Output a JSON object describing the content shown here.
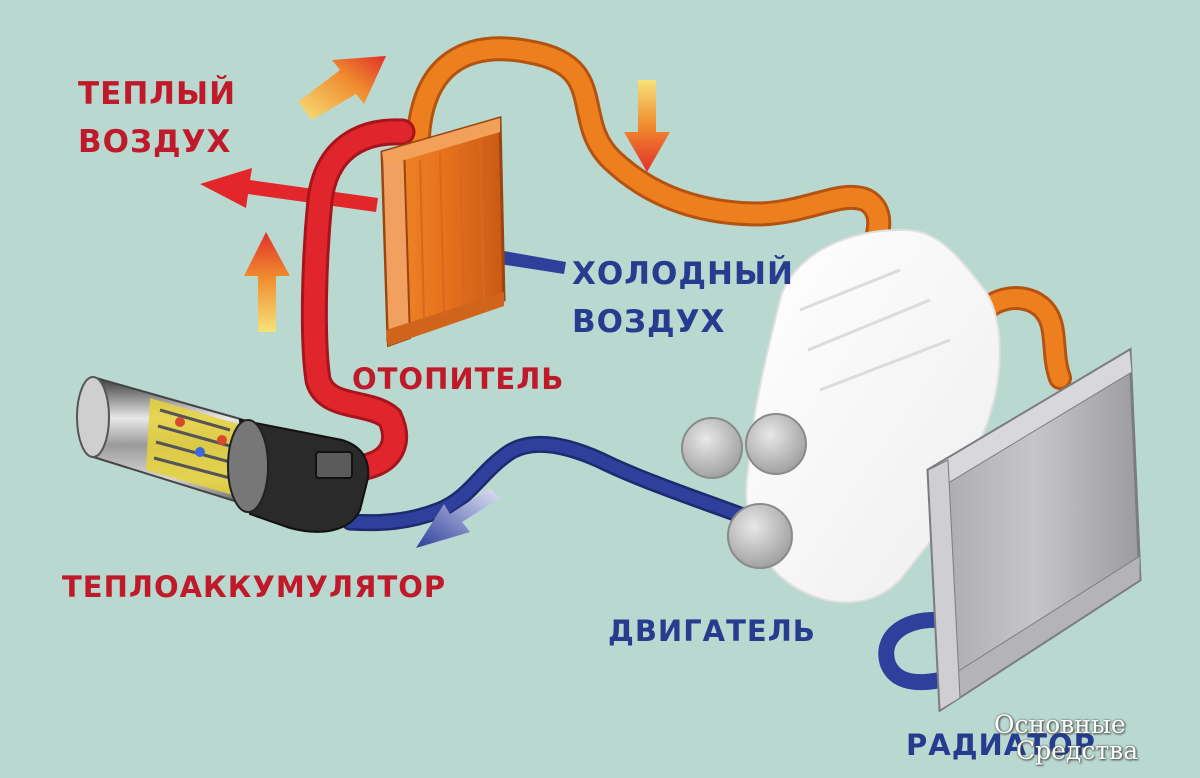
{
  "labels": {
    "warm_air_line1": "ТЕПЛЫЙ",
    "warm_air_line2": "ВОЗДУХ",
    "cold_air_line1": "ХОЛОДНЫЙ",
    "cold_air_line2": "ВОЗДУХ",
    "heater": "ОТОПИТЕЛЬ",
    "heat_accumulator": "ТЕПЛОАККУМУЛЯТОР",
    "engine": "ДВИГАТЕЛЬ",
    "radiator": "РАДИАТОР"
  },
  "watermark": {
    "line1": "Основные",
    "line2": "Средства"
  },
  "colors": {
    "background": "#b9d8d0",
    "hot_pipe": "#e0252c",
    "warm_pipe": "#ee7f1e",
    "cold_pipe": "#2f3f9c",
    "warm_label": "#c01a2a",
    "cold_label": "#263c8f"
  }
}
